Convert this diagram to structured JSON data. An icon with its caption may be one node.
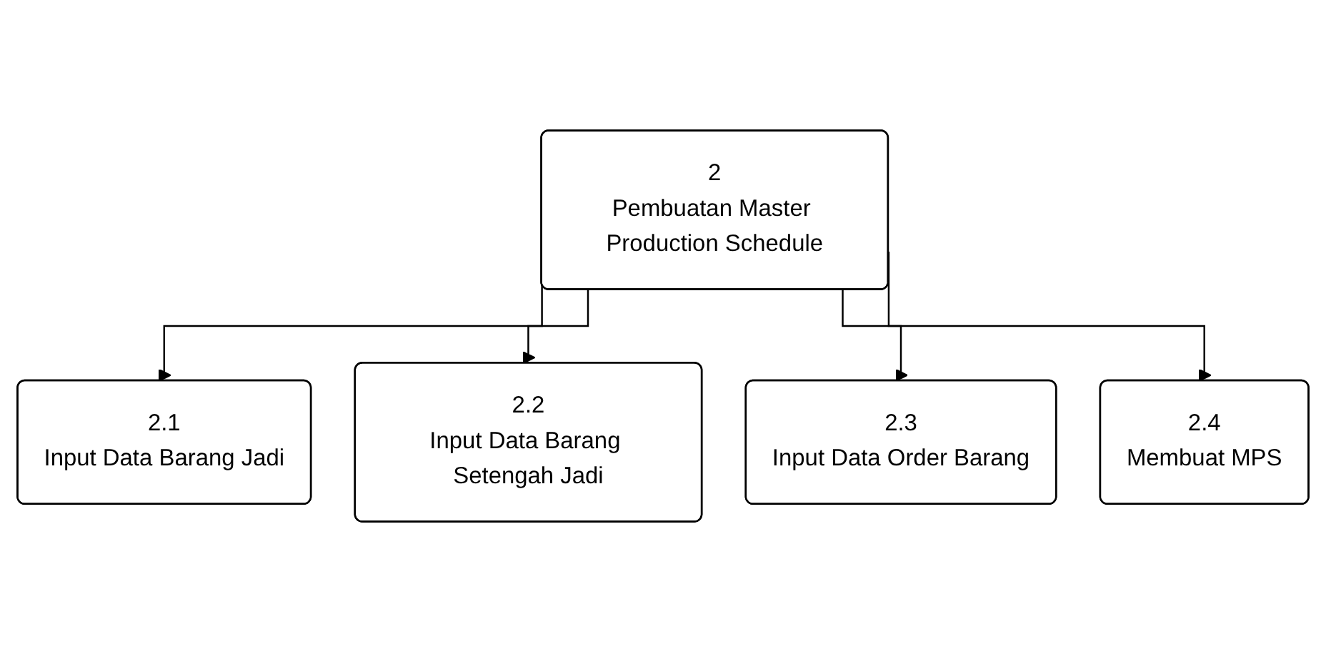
{
  "diagram": {
    "nodes": [
      {
        "text": [
          "2",
          "Pembuatan Master Production Schedule"
        ]
      },
      {
        "text": [
          "2.1",
          "Input Data Barang Jadi"
        ]
      },
      {
        "text": [
          "2.2",
          "Input Data Barang Setengah Jadi"
        ]
      },
      {
        "text": [
          "2.3",
          "Input Data Order Barang"
        ]
      },
      {
        "text": [
          "2.4",
          "Membuat MPS"
        ]
      }
    ],
    "edges": [
      {
        "from": 0,
        "to": 1,
        "arrow": "to"
      },
      {
        "from": 0,
        "to": 2,
        "arrow": "to"
      },
      {
        "from": 0,
        "to": 3,
        "arrow": "to"
      },
      {
        "from": 0,
        "to": 4,
        "arrow": "to"
      }
    ]
  }
}
